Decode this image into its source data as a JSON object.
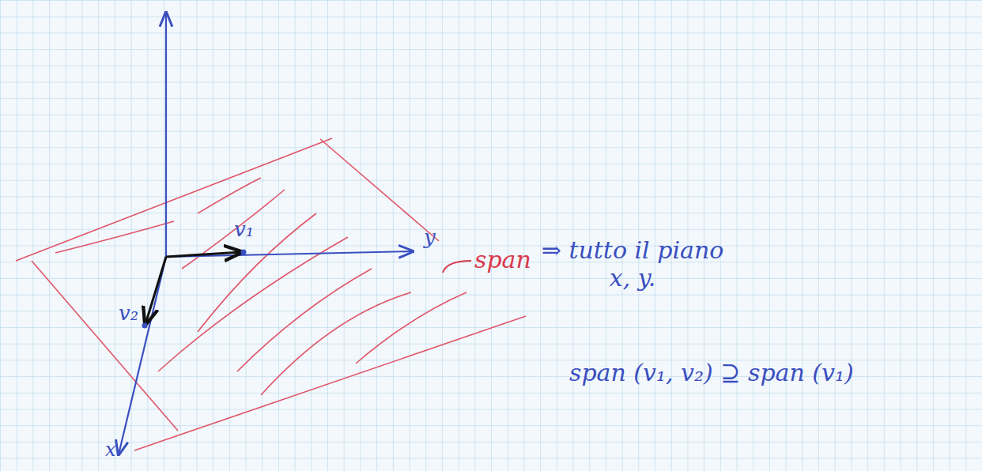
{
  "diagram": {
    "labels": [
      "v₁",
      "v₂",
      "y",
      "x",
      "span",
      "⇒ tutto il piano x, y.",
      "span (v₁, v₂) ⊇ span (v₁)"
    ]
  }
}
